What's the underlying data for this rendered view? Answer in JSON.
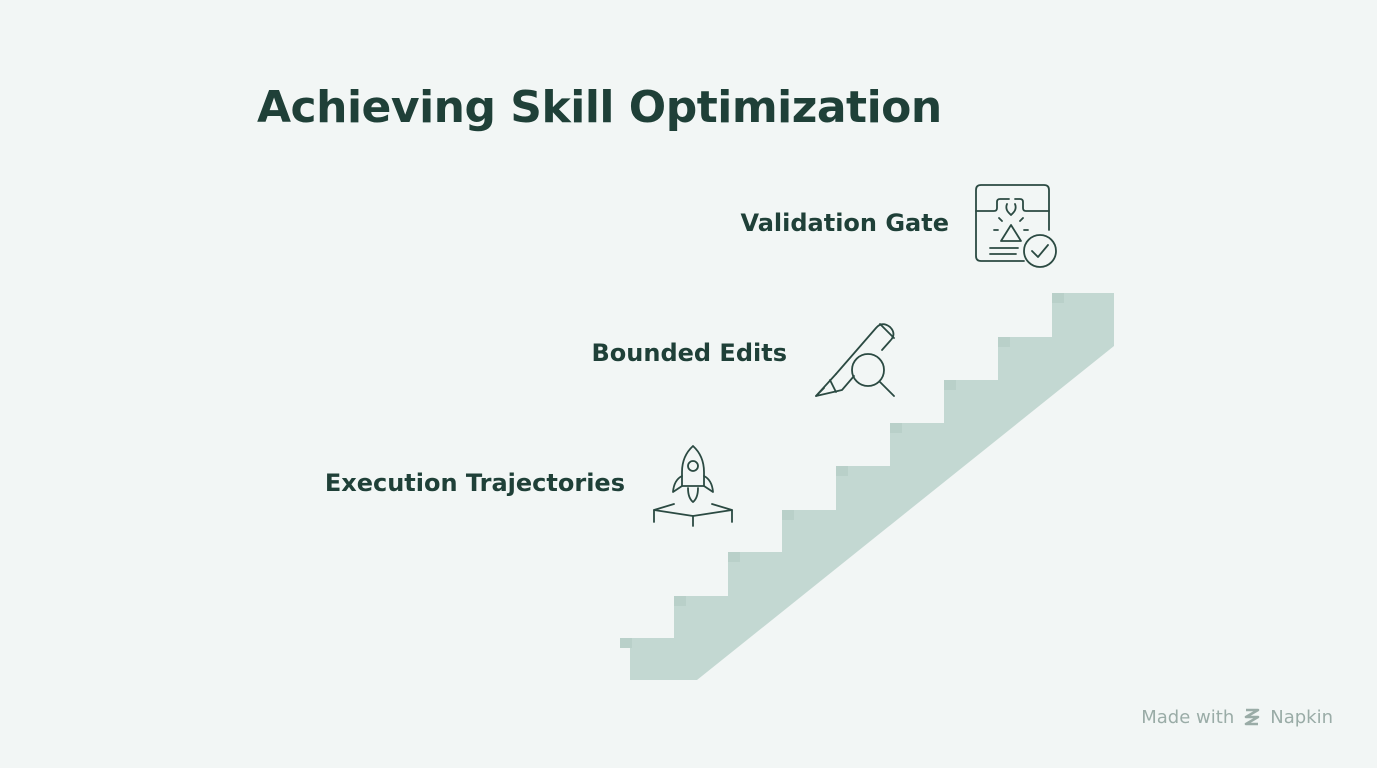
{
  "title": "Achieving Skill Optimization",
  "steps": [
    {
      "label": "Execution Trajectories",
      "icon": "rocket-launch-icon"
    },
    {
      "label": "Bounded Edits",
      "icon": "pencil-magnifier-icon"
    },
    {
      "label": "Validation Gate",
      "icon": "document-check-icon"
    }
  ],
  "footer": {
    "made_with": "Made with",
    "brand": "Napkin"
  },
  "colors": {
    "background": "#f2f6f5",
    "text": "#1f4038",
    "stairs": "#c3d8d2",
    "icon_stroke": "#2b4a42",
    "footer": "#9aaca7"
  }
}
